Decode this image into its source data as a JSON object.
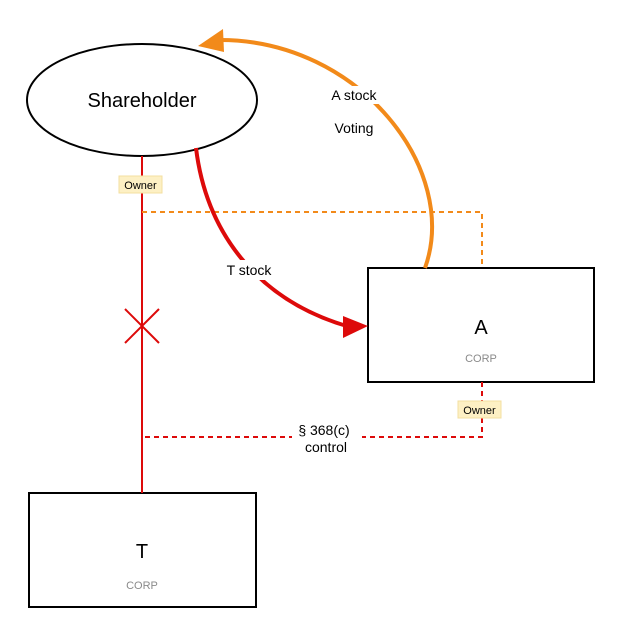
{
  "nodes": {
    "shareholder": {
      "label": "Shareholder"
    },
    "corp_a": {
      "label": "A",
      "type": "CORP"
    },
    "corp_t": {
      "label": "T",
      "type": "CORP"
    }
  },
  "edges": {
    "t_stock": {
      "label": "T stock"
    },
    "a_stock": {
      "label_line1": "A stock",
      "label_line2": "Voting"
    },
    "control": {
      "label_line1": "§ 368(c)",
      "label_line2": "control"
    }
  },
  "badges": {
    "shareholder_owner": "Owner",
    "a_owner": "Owner"
  },
  "colors": {
    "red": "#dd0a0a",
    "orange": "#f28a1a",
    "badge_fill": "#fdf0c4",
    "line": "#000000"
  }
}
